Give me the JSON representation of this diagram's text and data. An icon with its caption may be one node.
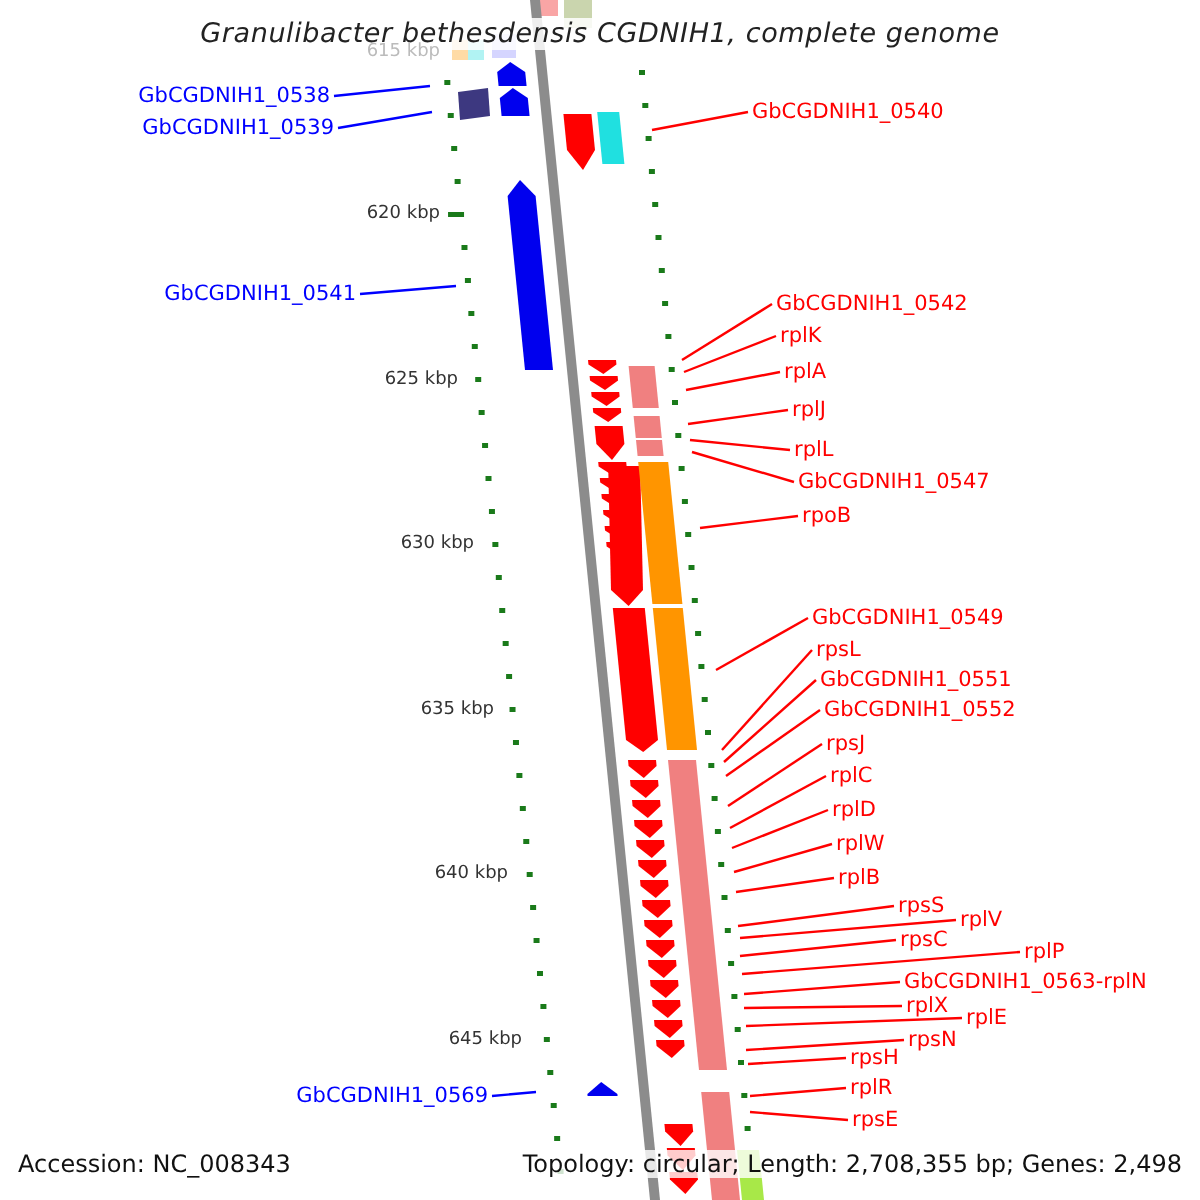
{
  "diagram": {
    "title": "Granulibacter bethesdensis CGDNIH1, complete genome",
    "nodes": [
      {
        "text": [
          "GbCGDNIH1_0538"
        ]
      },
      {
        "text": [
          "GbCGDNIH1_0540"
        ]
      },
      {
        "text": [
          "GbCGDNIH1_0539"
        ]
      },
      {
        "text": [
          "GbCGDNIH1_0541"
        ]
      },
      {
        "text": [
          "GbCGDNIH1_0542"
        ]
      },
      {
        "text": [
          "rplK"
        ]
      },
      {
        "text": [
          "rplA"
        ]
      },
      {
        "text": [
          "rplJ"
        ]
      },
      {
        "text": [
          "rplL"
        ]
      },
      {
        "text": [
          "GbCGDNIH1_0547"
        ]
      },
      {
        "text": [
          "rpoB"
        ]
      },
      {
        "text": [
          "GbCGDNIH1_0549"
        ]
      },
      {
        "text": [
          "rpsL"
        ]
      },
      {
        "text": [
          "GbCGDNIH1_0551"
        ]
      },
      {
        "text": [
          "GbCGDNIH1_0552"
        ]
      },
      {
        "text": [
          "rpsJ"
        ]
      },
      {
        "text": [
          "rplC"
        ]
      },
      {
        "text": [
          "rplD"
        ]
      },
      {
        "text": [
          "rplW"
        ]
      },
      {
        "text": [
          "rplB"
        ]
      },
      {
        "text": [
          "rpsS"
        ]
      },
      {
        "text": [
          "rplV"
        ]
      },
      {
        "text": [
          "rpsC"
        ]
      },
      {
        "text": [
          "rplP"
        ]
      },
      {
        "text": [
          "GbCGDNIH1_0563-rplN"
        ]
      },
      {
        "text": [
          "rplX"
        ]
      },
      {
        "text": [
          "rplE"
        ]
      },
      {
        "text": [
          "rpsN"
        ]
      },
      {
        "text": [
          "rpsH"
        ]
      },
      {
        "text": [
          "rplR"
        ]
      },
      {
        "text": [
          "GbCGDNIH1_0569"
        ]
      },
      {
        "text": [
          "rpsE"
        ]
      }
    ],
    "edges": [
      {
        "from": 0,
        "to": null,
        "arrow": "none",
        "color": "#0000ff"
      },
      {
        "from": 1,
        "to": null,
        "arrow": "none"
      },
      {
        "from": 2,
        "to": null,
        "arrow": "none",
        "color": "#0000ff"
      },
      {
        "from": 3,
        "to": null,
        "arrow": "none",
        "color": "#0000ff"
      },
      {
        "from": 4,
        "to": null,
        "arrow": "none"
      },
      {
        "from": 5,
        "to": null,
        "arrow": "none"
      },
      {
        "from": 6,
        "to": null,
        "arrow": "none"
      },
      {
        "from": 7,
        "to": null,
        "arrow": "none"
      },
      {
        "from": 8,
        "to": null,
        "arrow": "none"
      },
      {
        "from": 9,
        "to": null,
        "arrow": "none"
      },
      {
        "from": 10,
        "to": null,
        "arrow": "none"
      },
      {
        "from": 11,
        "to": null,
        "arrow": "none"
      },
      {
        "from": 12,
        "to": null,
        "arrow": "none"
      },
      {
        "from": 13,
        "to": null,
        "arrow": "none"
      },
      {
        "from": 14,
        "to": null,
        "arrow": "none"
      },
      {
        "from": 15,
        "to": null,
        "arrow": "none"
      },
      {
        "from": 16,
        "to": null,
        "arrow": "none"
      },
      {
        "from": 17,
        "to": null,
        "arrow": "none"
      },
      {
        "from": 18,
        "to": null,
        "arrow": "none"
      },
      {
        "from": 19,
        "to": null,
        "arrow": "none"
      },
      {
        "from": 20,
        "to": null,
        "arrow": "none"
      },
      {
        "from": 21,
        "to": null,
        "arrow": "none"
      },
      {
        "from": 22,
        "to": null,
        "arrow": "none"
      },
      {
        "from": 23,
        "to": null,
        "arrow": "none"
      },
      {
        "from": 24,
        "to": null,
        "arrow": "none"
      },
      {
        "from": 25,
        "to": null,
        "arrow": "none"
      },
      {
        "from": 26,
        "to": null,
        "arrow": "none"
      },
      {
        "from": 27,
        "to": null,
        "arrow": "none"
      },
      {
        "from": 28,
        "to": null,
        "arrow": "none"
      },
      {
        "from": 29,
        "to": null,
        "arrow": "none"
      },
      {
        "from": 30,
        "to": null,
        "arrow": "none",
        "color": "#0000ff"
      },
      {
        "from": 31,
        "to": null,
        "arrow": "none"
      }
    ],
    "labels": [
      "615 kbp",
      "620 kbp",
      "625 kbp",
      "630 kbp",
      "635 kbp",
      "640 kbp",
      "645 kbp",
      "Accession: NC_008343",
      "Topology: circular; Length: 2,708,355 bp; Genes: 2,498"
    ]
  }
}
